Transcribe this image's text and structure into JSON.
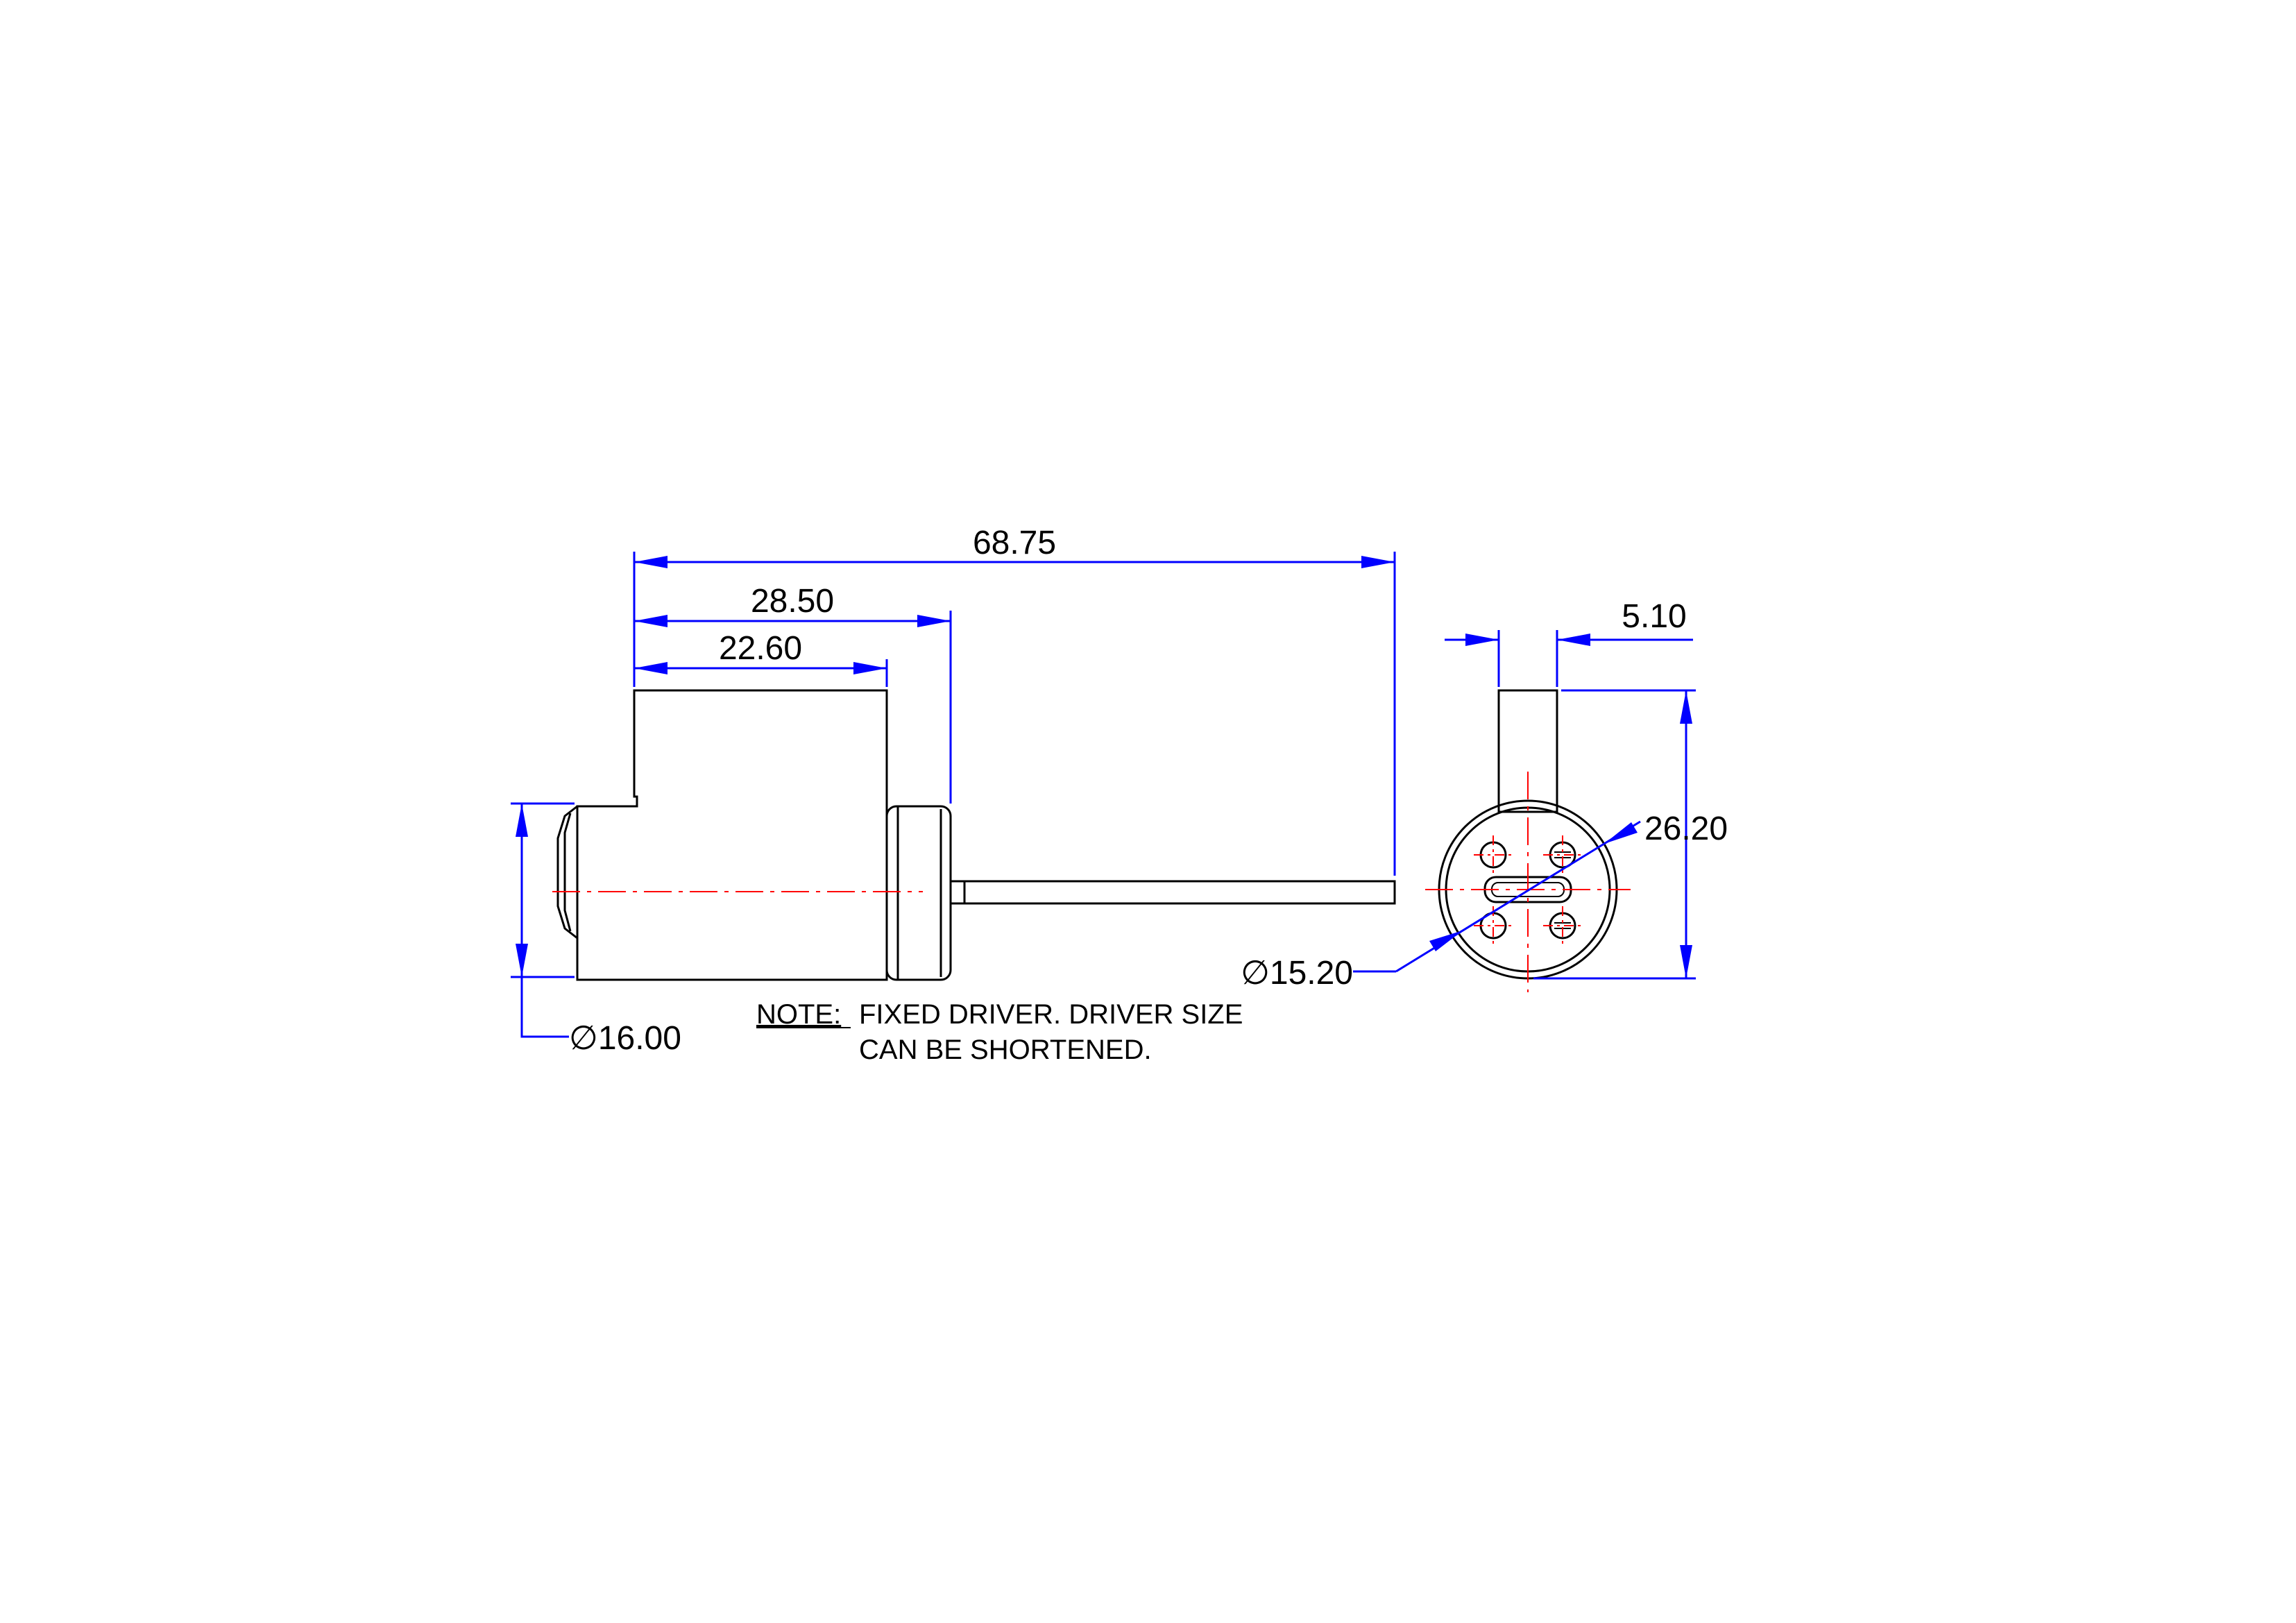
{
  "drawing": {
    "dimensions": {
      "overall_length": "68.75",
      "body_to_flange_length": "28.50",
      "body_length": "22.60",
      "face_diameter": "∅16.00",
      "plug_diameter": "∅15.20",
      "tailpiece_width": "5.10",
      "overall_height": "26.20"
    },
    "note": {
      "label": "NOTE:",
      "line1": "FIXED DRIVER. DRIVER SIZE",
      "line2": "CAN BE SHORTENED."
    },
    "colors": {
      "geometry": "#000000",
      "dimension": "#0000ff",
      "centerline": "#ff0000"
    }
  }
}
